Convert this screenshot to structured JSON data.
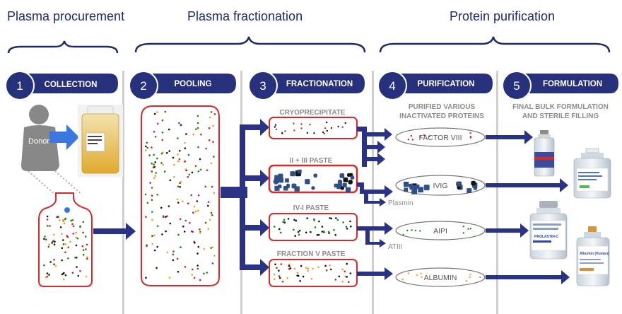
{
  "phases": [
    {
      "label": "Plasma procurement"
    },
    {
      "label": "Plasma fractionation"
    },
    {
      "label": "Protein purification"
    }
  ],
  "steps": [
    {
      "number": "1",
      "label": "COLLECTION"
    },
    {
      "number": "2",
      "label": "POOLING"
    },
    {
      "number": "3",
      "label": "FRACTIONATION"
    },
    {
      "number": "4",
      "label": "PURIFICATION"
    },
    {
      "number": "5",
      "label": "FORMULATION"
    }
  ],
  "donor_label": "Donor",
  "fractions": [
    {
      "label": "CRYOPRECIPITATE"
    },
    {
      "label": "II + III PASTE"
    },
    {
      "label": "IV-I PASTE"
    },
    {
      "label": "FRACTION V PASTE"
    }
  ],
  "purification_caption": [
    "PURIFIED VARIOUS",
    "INACTIVATED PROTEINS"
  ],
  "formulation_caption": [
    "FINAL BULK FORMULATION",
    "AND STERILE FILLING"
  ],
  "products": [
    {
      "label": "FACTOR VIII"
    },
    {
      "label": "IVIG"
    },
    {
      "label": "AIPI"
    },
    {
      "label": "ALBUMIN"
    }
  ],
  "side_products": [
    {
      "label": "Plasmin"
    },
    {
      "label": "ATIII"
    }
  ],
  "vial_labels": [
    "PROLASTIN-C",
    "Albumin (Human)"
  ],
  "colors": {
    "navy": "#27307a",
    "arrow": "#2a3286",
    "red_outline": "#d42a2a",
    "divider": "#cfcfcf",
    "donor_arrow": "#3a78e0",
    "grey_text": "#8c8c8c"
  }
}
